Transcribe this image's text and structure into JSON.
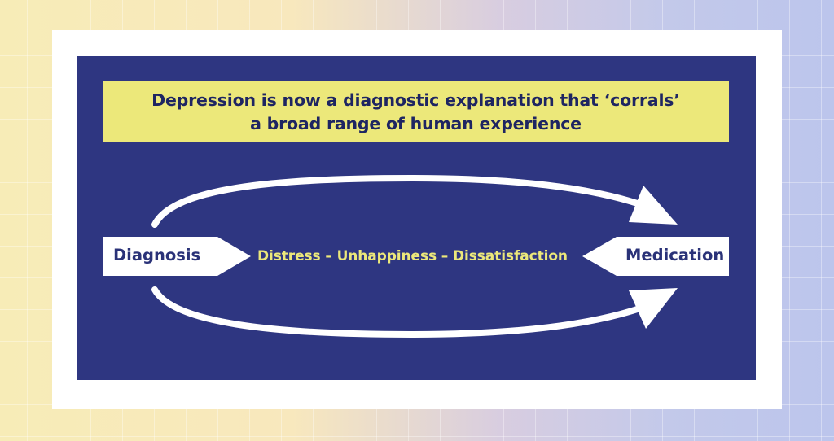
{
  "headline": {
    "line1": "Depression is now a diagnostic explanation that ‘corrals’",
    "line2": "a broad range of human experience"
  },
  "nodes": {
    "left": "Diagnosis",
    "right": "Medication",
    "middle": "Distress – Unhappiness – Dissatisfaction"
  },
  "colors": {
    "panel": "#2e3681",
    "headline_bg": "#ece87a",
    "label_text": "#2a3278",
    "middle_text": "#ece87a",
    "arrows": "#ffffff"
  }
}
